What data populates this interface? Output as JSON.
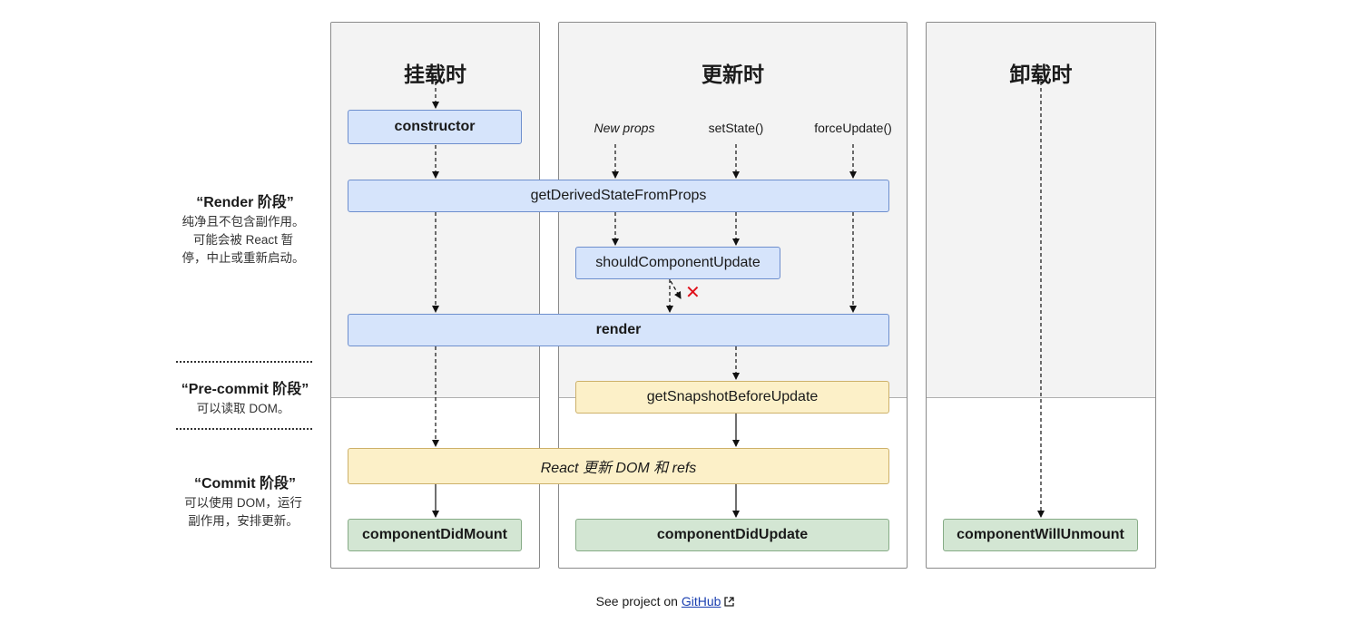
{
  "columns": {
    "mount": "挂载时",
    "update": "更新时",
    "unmount": "卸载时"
  },
  "triggers": {
    "new_props": "New props",
    "set_state": "setState()",
    "force_update": "forceUpdate()"
  },
  "boxes": {
    "constructor": "constructor",
    "get_derived_state": "getDerivedStateFromProps",
    "should_update": "shouldComponentUpdate",
    "render": "render",
    "get_snapshot": "getSnapshotBeforeUpdate",
    "react_update_dom": "React 更新 DOM 和 refs",
    "did_mount": "componentDidMount",
    "did_update": "componentDidUpdate",
    "will_unmount": "componentWillUnmount"
  },
  "phases": {
    "render_title": "“Render 阶段”",
    "render_desc_1": "纯净且不包含副作用。",
    "render_desc_2": "可能会被 React 暂",
    "render_desc_3": "停，中止或重新启动。",
    "precommit_title": "“Pre-commit 阶段”",
    "precommit_desc": "可以读取 DOM。",
    "commit_title": "“Commit 阶段”",
    "commit_desc_1": "可以使用 DOM，运行",
    "commit_desc_2": "副作用，安排更新。"
  },
  "cancel_mark": "✕",
  "footer": {
    "prefix": "See project on",
    "link": "GitHub"
  },
  "colors": {
    "render_box": "#d6e4fb",
    "precommit_box": "#fcf0c8",
    "commit_box": "#d3e6d3",
    "cancel": "#e0101a"
  }
}
